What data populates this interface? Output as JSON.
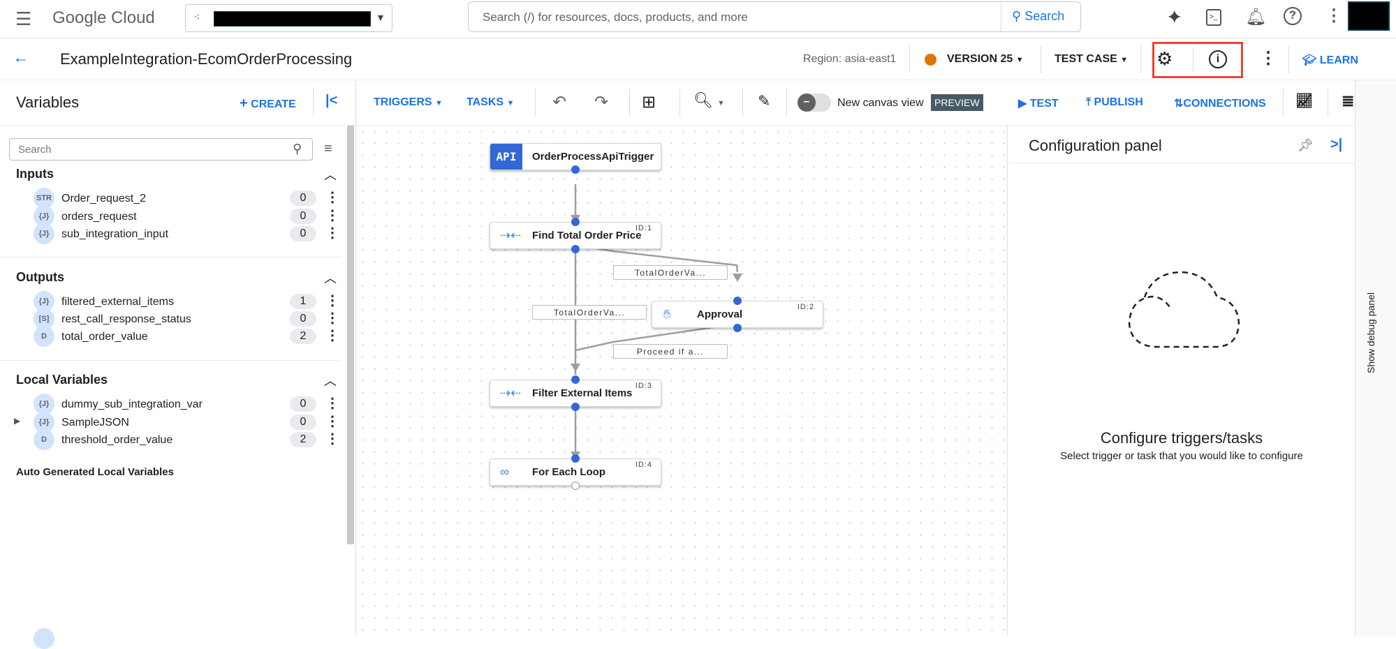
{
  "topbar": {
    "brand": "Google Cloud",
    "search_placeholder": "Search (/) for resources, docs, products, and more",
    "search_button": "Search"
  },
  "header": {
    "title": "ExampleIntegration-EcomOrderProcessing",
    "region": "Region: asia-east1",
    "version": "VERSION 25",
    "version_status_color": "#e37400",
    "test_case": "TEST CASE",
    "learn": "LEARN"
  },
  "toolbar": {
    "triggers": "TRIGGERS",
    "tasks": "TASKS",
    "new_canvas_view": "New canvas view",
    "preview": "PREVIEW",
    "test": "TEST",
    "publish": "PUBLISH",
    "connections": "CONNECTIONS"
  },
  "variables": {
    "title": "Variables",
    "create": "CREATE",
    "search_placeholder": "Search",
    "sections": [
      {
        "title": "Inputs",
        "items": [
          {
            "type": "STR",
            "name": "Order_request_2",
            "count": "0"
          },
          {
            "type": "{J}",
            "name": "orders_request",
            "count": "0"
          },
          {
            "type": "{J}",
            "name": "sub_integration_input",
            "count": "0"
          }
        ]
      },
      {
        "title": "Outputs",
        "items": [
          {
            "type": "{J}",
            "name": "filtered_external_items",
            "count": "1"
          },
          {
            "type": "[S]",
            "name": "rest_call_response_status",
            "count": "0"
          },
          {
            "type": "D",
            "name": "total_order_value",
            "count": "2"
          }
        ]
      },
      {
        "title": "Local Variables",
        "items": [
          {
            "type": "{J}",
            "name": "dummy_sub_integration_var",
            "count": "0"
          },
          {
            "type": "{J}",
            "name": "SampleJSON",
            "count": "0"
          },
          {
            "type": "D",
            "name": "threshold_order_value",
            "count": "2"
          }
        ]
      },
      {
        "title": "Auto Generated Local Variables"
      }
    ]
  },
  "canvas": {
    "trigger": {
      "icon_text": "API",
      "name": "OrderProcessApiTrigger"
    },
    "tasks": [
      {
        "name": "Find Total Order Price",
        "id": "ID:1"
      },
      {
        "name": "Approval",
        "id": "ID:2"
      },
      {
        "name": "Filter External Items",
        "id": "ID:3"
      },
      {
        "name": "For Each Loop",
        "id": "ID:4"
      }
    ],
    "edge_labels": [
      "TotalOrderVa...",
      "TotalOrderVa...",
      "Proceed if a..."
    ]
  },
  "config": {
    "title": "Configuration panel",
    "empty_title": "Configure triggers/tasks",
    "empty_subtitle": "Select trigger or task that you would like to configure"
  },
  "debug": {
    "label": "Show debug panel"
  },
  "colors": {
    "accent": "#1a73e8",
    "highlight": "#ea4335"
  }
}
